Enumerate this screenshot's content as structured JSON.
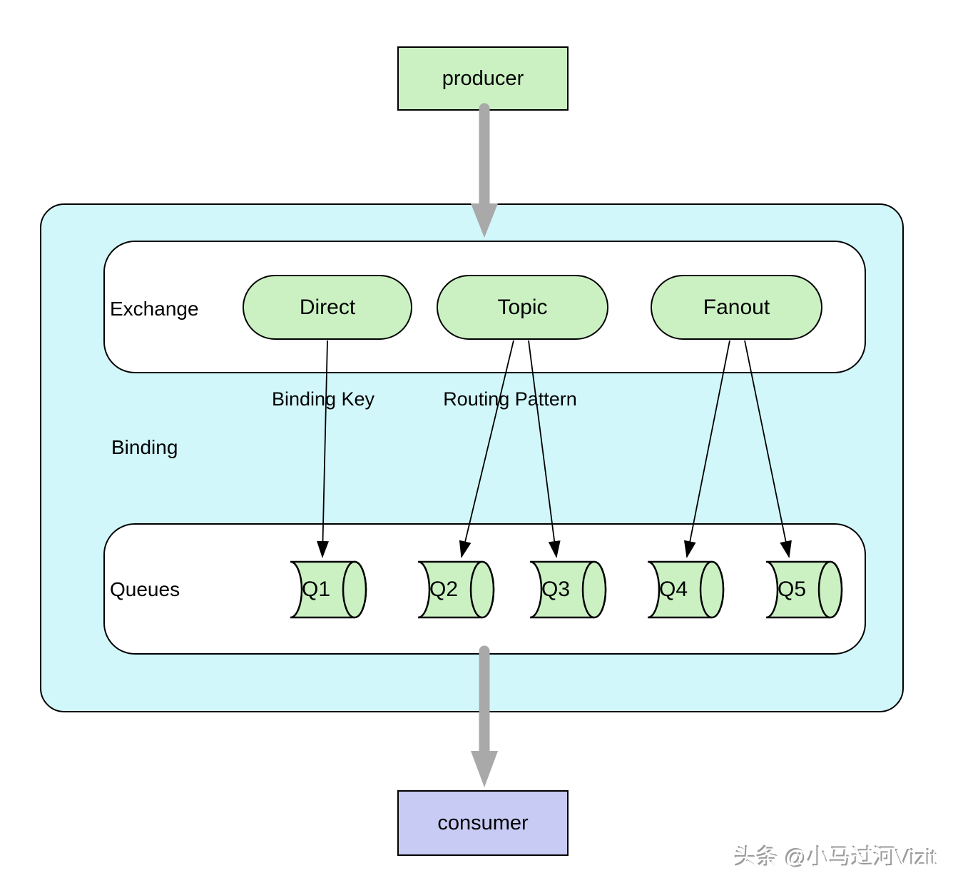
{
  "producer": {
    "label": "producer"
  },
  "consumer": {
    "label": "consumer"
  },
  "exchange": {
    "label": "Exchange",
    "types": [
      {
        "label": "Direct"
      },
      {
        "label": "Topic"
      },
      {
        "label": "Fanout"
      }
    ]
  },
  "binding": {
    "label": "Binding",
    "annotations": {
      "binding_key": "Binding Key",
      "routing_pattern": "Routing Pattern"
    }
  },
  "queues": {
    "label": "Queues",
    "items": [
      {
        "label": "Q1"
      },
      {
        "label": "Q2"
      },
      {
        "label": "Q3"
      },
      {
        "label": "Q4"
      },
      {
        "label": "Q5"
      }
    ]
  },
  "connections": [
    {
      "from": "producer",
      "to": "broker"
    },
    {
      "from": "Direct",
      "to": "Q1",
      "via": "Binding Key"
    },
    {
      "from": "Topic",
      "to": "Q2",
      "via": "Routing Pattern"
    },
    {
      "from": "Topic",
      "to": "Q3",
      "via": "Routing Pattern"
    },
    {
      "from": "Fanout",
      "to": "Q4"
    },
    {
      "from": "Fanout",
      "to": "Q5"
    },
    {
      "from": "broker",
      "to": "consumer"
    }
  ],
  "watermark": {
    "label": "头条 @小马过河Vizit"
  },
  "colors": {
    "node_green": "#cbf1c3",
    "broker_cyan": "#d2f7fb",
    "consumer_lavender": "#c8cbf4",
    "arrow_gray": "#a9a9a9",
    "outline": "#000000"
  }
}
